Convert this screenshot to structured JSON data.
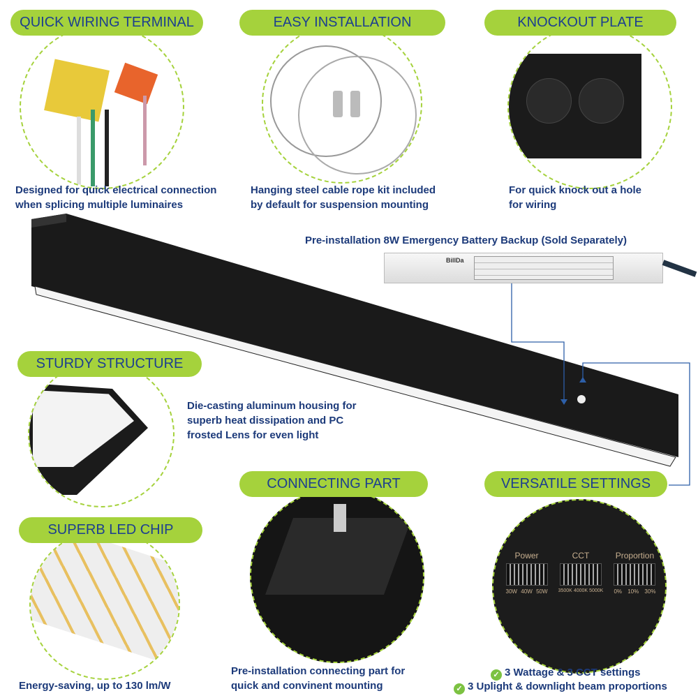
{
  "features": {
    "wiring": {
      "title": "QUICK WIRING TERMINAL",
      "desc1": "Designed for quick electrical connection",
      "desc2": "when splicing multiple luminaires"
    },
    "installation": {
      "title": "EASY INSTALLATION",
      "desc1": "Hanging steel cable rope kit included",
      "desc2": "by default for suspension mounting"
    },
    "knockout": {
      "title": "KNOCKOUT PLATE",
      "desc1": "For quick knock out a hole",
      "desc2": "for wiring"
    },
    "battery": {
      "desc": "Pre-installation 8W Emergency Battery Backup (Sold Separately)",
      "brand": "BillDa"
    },
    "structure": {
      "title": "STURDY STRUCTURE",
      "desc1": "Die-casting aluminum housing for",
      "desc2": "superb heat dissipation and PC",
      "desc3": "frosted Lens for even light"
    },
    "led": {
      "title": "SUPERB LED CHIP",
      "desc": "Energy-saving, up to 130 lm/W"
    },
    "connecting": {
      "title": "CONNECTING PART",
      "desc1": "Pre-installation connecting part for",
      "desc2": "quick and convinent mounting"
    },
    "settings": {
      "title": "VERSATILE SETTINGS",
      "bullet1": "3 Wattage & 3 CCT settings",
      "bullet2": "3 Uplight & downlight beam proportions",
      "switches": [
        {
          "label": "Power",
          "options": [
            "30W",
            "40W",
            "50W"
          ]
        },
        {
          "label": "CCT",
          "options": [
            "3500K",
            "4000K",
            "5000K"
          ]
        },
        {
          "label": "Proportion",
          "options": [
            "0%",
            "10%",
            "30%"
          ]
        }
      ]
    }
  },
  "colors": {
    "accent": "#a5d23c",
    "text": "#1c3a7a",
    "connector": "#2d5fa8"
  }
}
